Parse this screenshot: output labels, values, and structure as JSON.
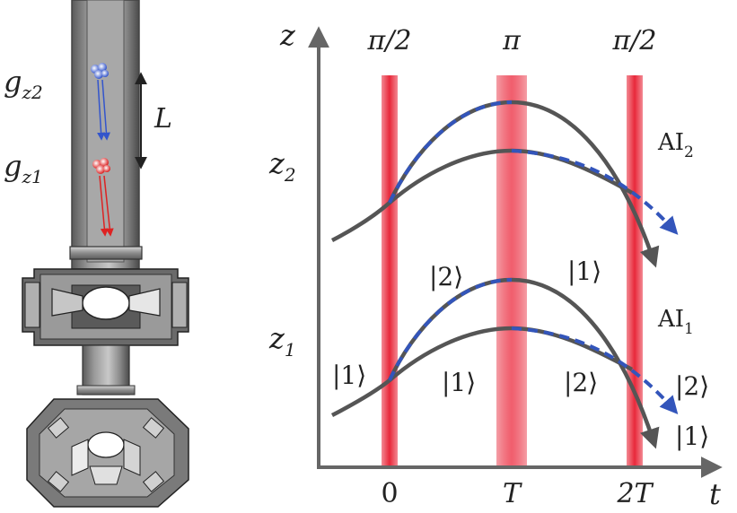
{
  "apparatus": {
    "labels": {
      "gravimeter_upper": {
        "main": "g",
        "sub": "z2"
      },
      "gravimeter_lower": {
        "main": "g",
        "sub": "z1"
      },
      "separation": "L"
    },
    "colors": {
      "atoms_upper": "#3355cc",
      "atoms_lower": "#dd2222",
      "tube_dark": "#555555",
      "tube_light": "#bbbbbb"
    }
  },
  "diagram": {
    "axes": {
      "y_label": "z",
      "x_label": "t"
    },
    "pulse_labels": [
      "π/2",
      "π",
      "π/2"
    ],
    "time_ticks": [
      "0",
      "T",
      "2T"
    ],
    "height_labels": {
      "z2": {
        "main": "z",
        "sub": "2"
      },
      "z1": {
        "main": "z",
        "sub": "1"
      }
    },
    "interferometer_labels": {
      "ai2": {
        "main": "AI",
        "sub": "2"
      },
      "ai1": {
        "main": "AI",
        "sub": "1"
      }
    },
    "states": {
      "initial": "|1⟩",
      "after_split_upper": "|2⟩",
      "after_split_lower": "|1⟩",
      "after_mirror_upper": "|1⟩",
      "after_mirror_lower": "|2⟩",
      "output_a": "|2⟩",
      "output_b": "|1⟩"
    },
    "colors": {
      "laser_pulse": "#e8283a",
      "path_solid": "#555555",
      "path_dashed": "#3355bb",
      "axis": "#666666"
    }
  }
}
